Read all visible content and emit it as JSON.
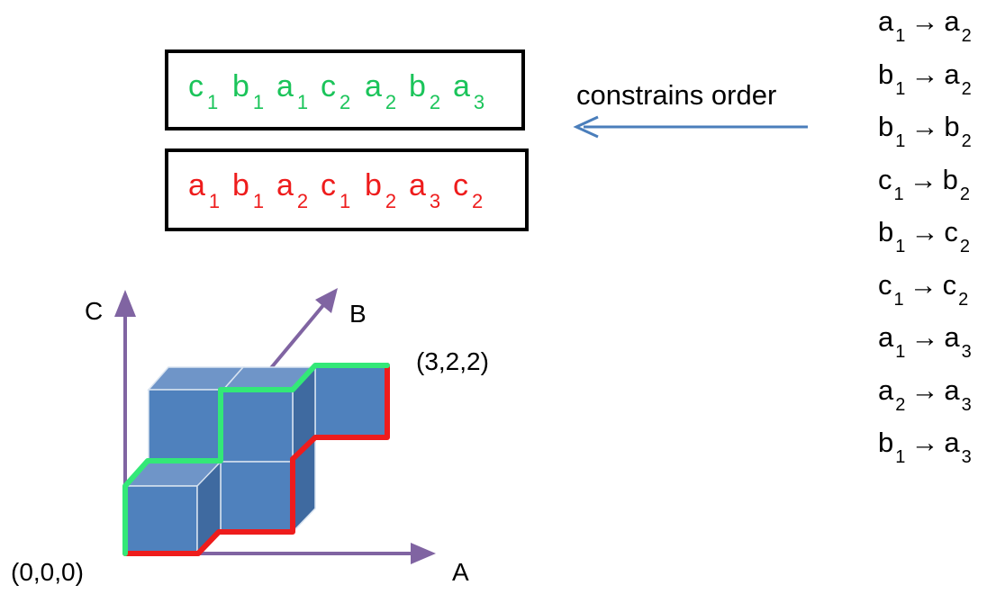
{
  "sequences": {
    "green": [
      {
        "letter": "c",
        "index": "1"
      },
      {
        "letter": "b",
        "index": "1"
      },
      {
        "letter": "a",
        "index": "1"
      },
      {
        "letter": "c",
        "index": "2"
      },
      {
        "letter": "a",
        "index": "2"
      },
      {
        "letter": "b",
        "index": "2"
      },
      {
        "letter": "a",
        "index": "3"
      }
    ],
    "red": [
      {
        "letter": "a",
        "index": "1"
      },
      {
        "letter": "b",
        "index": "1"
      },
      {
        "letter": "a",
        "index": "2"
      },
      {
        "letter": "c",
        "index": "1"
      },
      {
        "letter": "b",
        "index": "2"
      },
      {
        "letter": "a",
        "index": "3"
      },
      {
        "letter": "c",
        "index": "2"
      }
    ]
  },
  "arrow_label": "constrains order",
  "constraints": [
    {
      "from": "a",
      "from_index": "1",
      "to": "a",
      "to_index": "2"
    },
    {
      "from": "b",
      "from_index": "1",
      "to": "a",
      "to_index": "2"
    },
    {
      "from": "b",
      "from_index": "1",
      "to": "b",
      "to_index": "2"
    },
    {
      "from": "c",
      "from_index": "1",
      "to": "b",
      "to_index": "2"
    },
    {
      "from": "b",
      "from_index": "1",
      "to": "c",
      "to_index": "2"
    },
    {
      "from": "c",
      "from_index": "1",
      "to": "c",
      "to_index": "2"
    },
    {
      "from": "a",
      "from_index": "1",
      "to": "a",
      "to_index": "3"
    },
    {
      "from": "a",
      "from_index": "2",
      "to": "a",
      "to_index": "3"
    },
    {
      "from": "b",
      "from_index": "1",
      "to": "a",
      "to_index": "3"
    }
  ],
  "arrow_symbol": "→",
  "axes": {
    "a": "A",
    "b": "B",
    "c": "C"
  },
  "points": {
    "origin": "(0,0,0)",
    "end": "(3,2,2)"
  },
  "colors": {
    "green_path": "#1bc45a",
    "red_path": "#ee1c1c",
    "axis": "#8064a2",
    "cube_front": "#4f81bd",
    "cube_top": "#6f95c8",
    "cube_side": "#3f6aa0",
    "arrow": "#4a7ebb"
  }
}
